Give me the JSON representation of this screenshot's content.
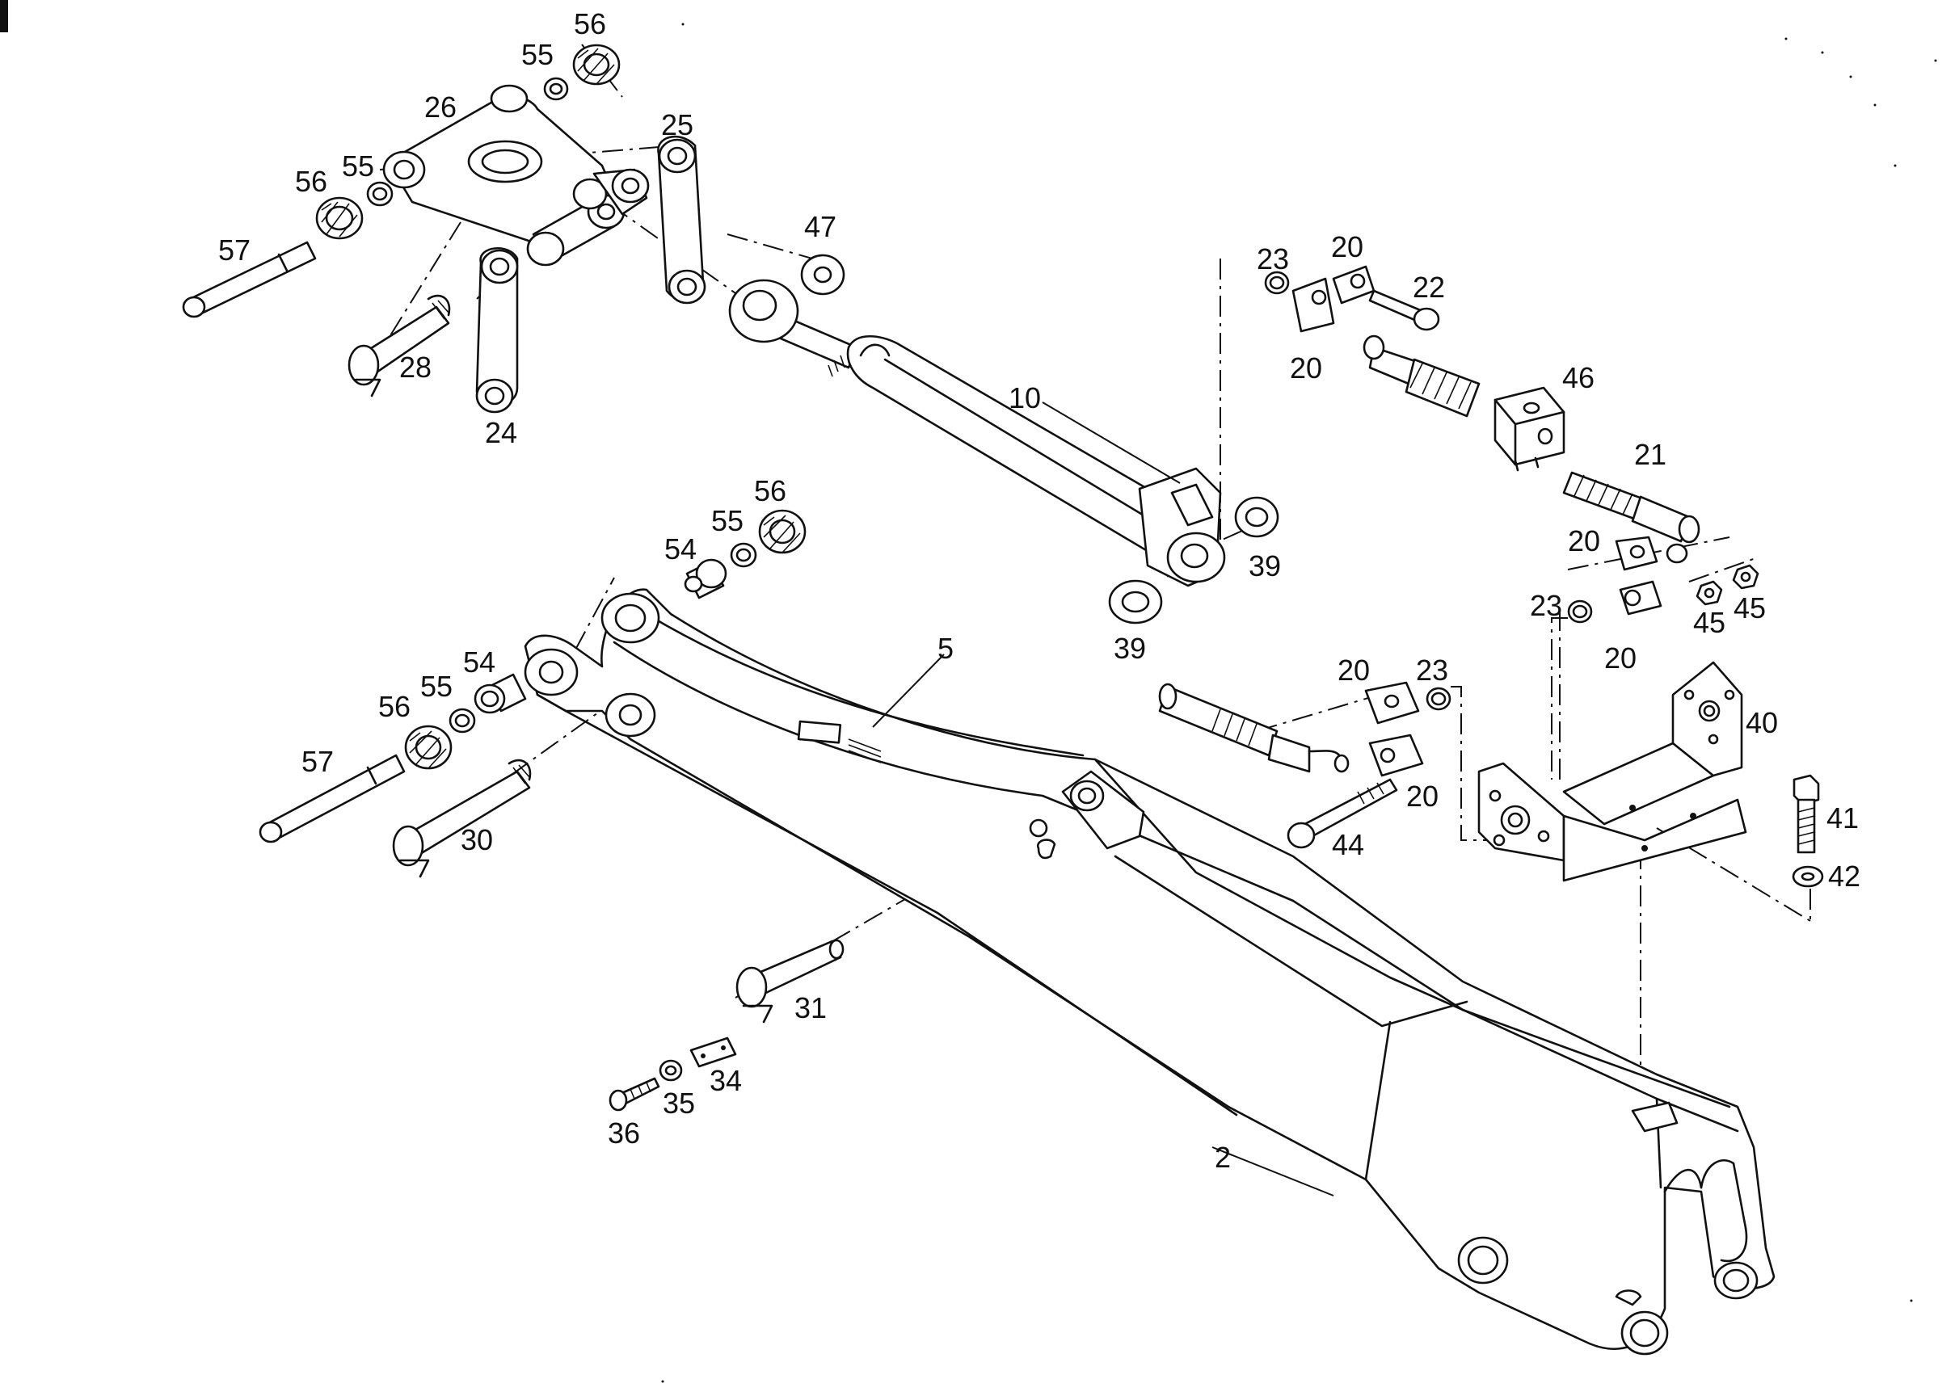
{
  "part_labels": [
    {
      "id": "p56a",
      "text": "56"
    },
    {
      "id": "p55a",
      "text": "55"
    },
    {
      "id": "p26",
      "text": "26"
    },
    {
      "id": "p56b",
      "text": "56"
    },
    {
      "id": "p55b",
      "text": "55"
    },
    {
      "id": "p25",
      "text": "25"
    },
    {
      "id": "p57a",
      "text": "57"
    },
    {
      "id": "p47",
      "text": "47"
    },
    {
      "id": "p28",
      "text": "28"
    },
    {
      "id": "p24",
      "text": "24"
    },
    {
      "id": "p10",
      "text": "10"
    },
    {
      "id": "p23a",
      "text": "23"
    },
    {
      "id": "p20a",
      "text": "20"
    },
    {
      "id": "p22",
      "text": "22"
    },
    {
      "id": "p20b",
      "text": "20"
    },
    {
      "id": "p46",
      "text": "46"
    },
    {
      "id": "p21",
      "text": "21"
    },
    {
      "id": "p56c",
      "text": "56"
    },
    {
      "id": "p55c",
      "text": "55"
    },
    {
      "id": "p54a",
      "text": "54"
    },
    {
      "id": "p39a",
      "text": "39"
    },
    {
      "id": "p39b",
      "text": "39"
    },
    {
      "id": "p20c",
      "text": "20"
    },
    {
      "id": "p23b",
      "text": "23"
    },
    {
      "id": "p45a",
      "text": "45"
    },
    {
      "id": "p45b",
      "text": "45"
    },
    {
      "id": "p20d",
      "text": "20"
    },
    {
      "id": "p5",
      "text": "5"
    },
    {
      "id": "p54b",
      "text": "54"
    },
    {
      "id": "p55d",
      "text": "55"
    },
    {
      "id": "p56d",
      "text": "56"
    },
    {
      "id": "p20e",
      "text": "20"
    },
    {
      "id": "p23c",
      "text": "23"
    },
    {
      "id": "p40",
      "text": "40"
    },
    {
      "id": "p57b",
      "text": "57"
    },
    {
      "id": "p20f",
      "text": "20"
    },
    {
      "id": "p30",
      "text": "30"
    },
    {
      "id": "p44",
      "text": "44"
    },
    {
      "id": "p41",
      "text": "41"
    },
    {
      "id": "p42",
      "text": "42"
    },
    {
      "id": "p31",
      "text": "31"
    },
    {
      "id": "p34",
      "text": "34"
    },
    {
      "id": "p35",
      "text": "35"
    },
    {
      "id": "p36",
      "text": "36"
    },
    {
      "id": "p2",
      "text": "2"
    }
  ]
}
